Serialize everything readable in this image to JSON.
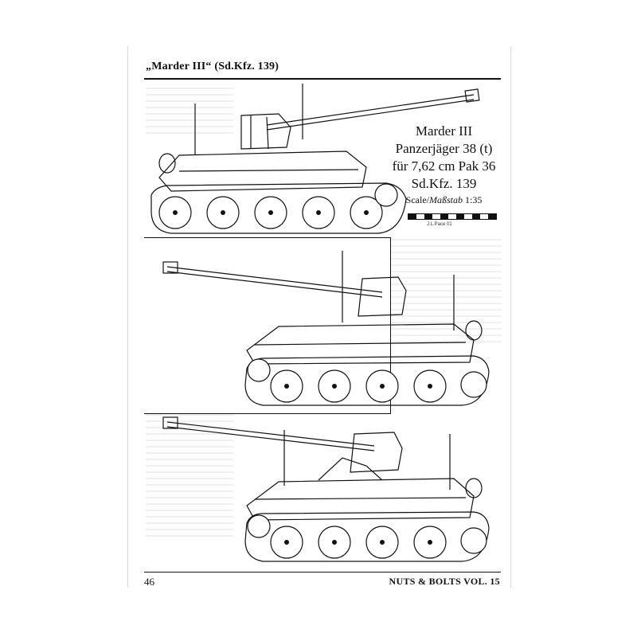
{
  "header": {
    "title": "„Marder III“ (Sd.Kfz. 139)"
  },
  "caption": {
    "line1": "Marder III",
    "line2": "Panzerjäger 38 (t)",
    "line3": "für 7,62 cm Pak 36",
    "line4": "Sd.Kfz. 139",
    "scale_prefix": "Scale/",
    "scale_italic": "Maßstab",
    "scale_value": " 1:35"
  },
  "credit": "J.L.Pace 01",
  "footer": {
    "page_number": "46",
    "series": "NUTS & BOLTS VOL. 15"
  },
  "colors": {
    "ink": "#111111",
    "paper": "#ffffff",
    "shade": "#d8d8d8"
  },
  "views": [
    {
      "name": "left-side-view"
    },
    {
      "name": "right-side-view"
    },
    {
      "name": "right-side-view-open"
    }
  ]
}
